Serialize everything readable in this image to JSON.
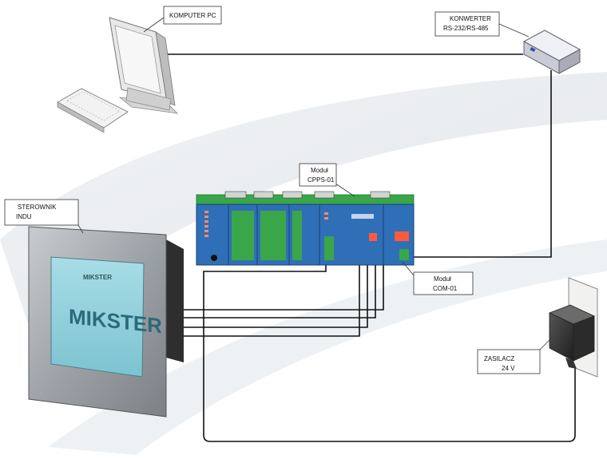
{
  "labels": {
    "komputer": "KOMPUTER PC",
    "konwerter_l1": "KONWERTER",
    "konwerter_l2": "RS-232/RS-485",
    "modul_cpps_l1": "Moduł",
    "modul_cpps_l2": "CPPS-01",
    "modul_com_l1": "Moduł",
    "modul_com_l2": "COM-01",
    "sterownik_l1": "STEROWNIK",
    "sterownik_l2": "INDU",
    "zasilacz_l1": "ZASILACZ",
    "zasilacz_l2": "24 V",
    "screen_logo": "MIKSTER",
    "screen_header": "MIKSTER"
  },
  "colors": {
    "module_blue": "#2f6fb8",
    "pcb_green": "#3aa64a",
    "screen_cyan": "#8fd0dc",
    "cable": "#111111"
  }
}
